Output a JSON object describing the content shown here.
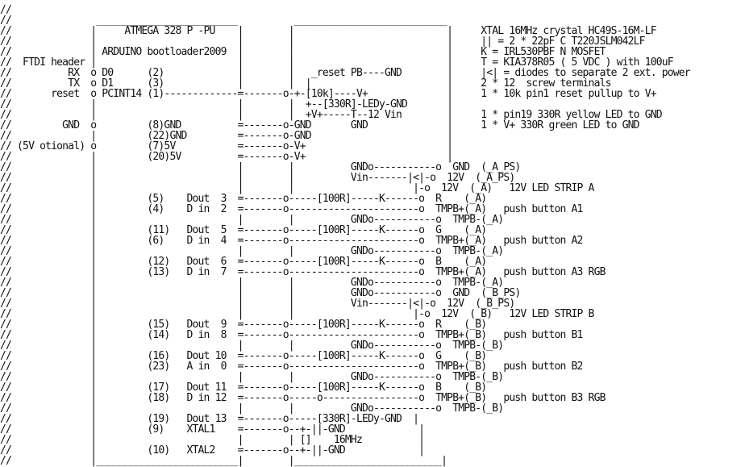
{
  "diagram": {
    "type": "ascii-schematic",
    "title": "ATMEGA 328 P -PU",
    "subtitle": "ARDUINO bootloader2009",
    "lines": [
      "//",
      "//               _________________________          ___________________________",
      "//              |     ATMEGA 328 P -PU    |        |                           |     XTAL 16MHz crystal HC49S-16M-LF",
      "//              |                         |        |                           |     || = 2 * 22pF C T220JSLM042LF",
      "//              | ARDUINO bootloader2009  |        |                           |     K = IRL530PBF N MOSFET",
      "//  FTDI header |                         |        |                           |     T = KIA378R05 ( 5 VDC ) with 100uF",
      "//          RX  o D0      (2)             |        |   _reset PB----GND        |     |<| = diodes to separate 2 ext. power",
      "//          TX  o D1      (3)             |        |  |                        |     2 * 12  screw terminals",
      "//       reset  o PCINT14 (1)-------------=-------o-+-[10k]----V+              |     1 * 10k pin1 reset pullup to V+",
      "//              |                         |        |  +--[330R]-LEDy-GND       |",
      "//              |                         |        |  +V+-----T--12 Vin        |     1 * pin19 330R yellow LED to GND",
      "//         GND  o         (8)GND          =-------o-GND       GND              |     1 * V+ 330R green LED to GND",
      "//              |         (22)GND         =-------o-GND                        |",
      "// (5V otional) o         (7)5V           =-------o-V+                         |",
      "//              |         (20)5V          =-------o-V+                         |",
      "//              |                         |        |          GNDo-----------o  GND  (_A_PS)",
      "//              |                         |        |          Vin-------|<|-o  12V  (_A_PS)",
      "//              |                         |        |                     |-o  12V  (_A)   12V LED STRIP A",
      "//              |         (5)    Dout  3  =-------o-----[100R]-----K------o  R    (_A)",
      "//              |         (4)    D in  2  =-------o-----------------------o  TMPB+(_A)   push button A1",
      "//              |                         |        |          GNDo-----------o  TMPB-(_A)",
      "//              |         (11)   Dout  5  =-------o-----[100R]-----K------o  G    (_A)",
      "//              |         (6)    D in  4  =-------o-----------------------o  TMPB+(_A)   push button A2",
      "//              |                         |        |          GNDo-----------o  TMPB-(_A)",
      "//              |         (12)   Dout  6  =-------o-----[100R]-----K------o  B    (_A)",
      "//              |         (13)   D in  7  =-------o-----------------------o  TMPB+(_A)   push button A3 RGB",
      "//              |                         |        |          GNDo-----------o  TMPB-(_A)",
      "//              |                         |        |          GNDo-----------o  GND  (_B_PS)",
      "//              |                         |        |          Vin-------|<|-o  12V  (_B_PS)",
      "//              |                         |        |                     |-o  12V  (_B)   12V LED STRIP B",
      "//              |         (15)   Dout  9  =-------o-----[100R]-----K------o  R    (_B)",
      "//              |         (14)   D in  8  =-------o-----------------------o  TMPB+(_B)   push button B1",
      "//              |                         |        |          GNDo-----------o  TMPB-(_B)",
      "//              |         (16)   Dout 10  =-------o-----[100R]-----K------o  G    (_B)",
      "//              |         (23)   A in  0  =-------o-----------------------o  TMPB+(_B)   push button B2",
      "//              |                         |        |          GNDo-----------o  TMPB-(_B)",
      "//              |         (17)   Dout 11  =-------o-----[100R]-----K------o  B    (_B)",
      "//              |         (18)   D in 12  =-------o-----o-----------------o  TMPB+(_B)   push button B3 RGB",
      "//              |                         |        |          GNDo-----------o  TMPB-(_B)",
      "//              |         (19)   Dout 13  =-------o-----[330R]-LEDy-GND  |",
      "//              |         (9)    XTAL1    =-------o--+-||-GND             |",
      "//              |                         |        | []    16MHz          |",
      "//              |         (10)   XTAL2    =-------o--+-||-GND             |",
      "//              |_________________________|        |__________________________|"
    ]
  }
}
